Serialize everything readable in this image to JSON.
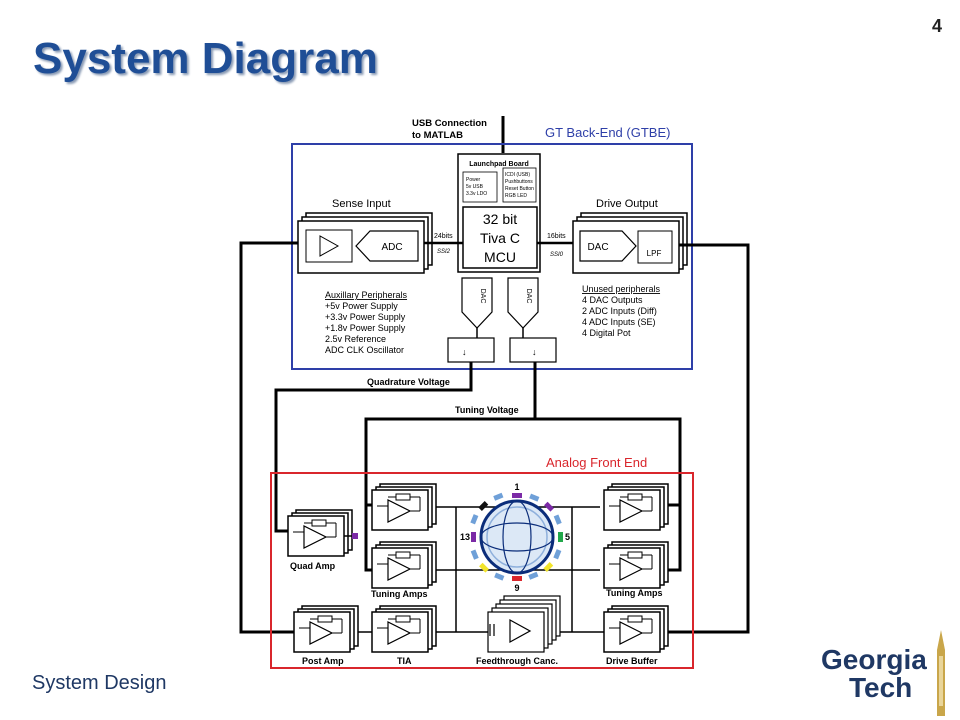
{
  "slide": {
    "title": "System Diagram",
    "page_number": "4",
    "footer": "System Design"
  },
  "logo": {
    "line1": "Georgia",
    "line2": "Tech"
  },
  "diagram": {
    "usb_label_1": "USB Connection",
    "usb_label_2": "to MATLAB",
    "gtbe_title": "GT Back-End (GTBE)",
    "afe_title": "Analog Front End",
    "launchpad": {
      "title": "Launchpad Board",
      "left_box": [
        "Power",
        "5v USB",
        "3.3v LDO"
      ],
      "right_box": [
        "ICDI (USB)",
        "Pushbuttons",
        "Reset Button",
        "RGB LED"
      ]
    },
    "mcu": [
      "32 bit",
      "Tiva C",
      "MCU"
    ],
    "sense_input": "Sense Input",
    "drive_output": "Drive Output",
    "adc": "ADC",
    "dac": "DAC",
    "lpf": "LPF",
    "bits_24": "24bits",
    "ssi2": "SSI2",
    "bits_16": "16bits",
    "ssi0": "SSI0",
    "dac_small": "DAC",
    "aux": {
      "title": "Auxillary Peripherals",
      "items": [
        "+5v Power Supply",
        "+3.3v Power Supply",
        "+1.8v Power Supply",
        "2.5v Reference",
        "ADC CLK Oscillator"
      ]
    },
    "unused": {
      "title": "Unused peripherals",
      "items": [
        "4 DAC Outputs",
        "2 ADC Inputs (Diff)",
        "4 ADC Inputs (SE)",
        "4 Digital Pot"
      ]
    },
    "quad_voltage": "Quadrature Voltage",
    "tuning_voltage": "Tuning Voltage",
    "quad_amp": "Quad Amp",
    "tuning_amps_left": "Tuning Amps",
    "tuning_amps_right": "Tuning Amps",
    "post_amp": "Post Amp",
    "tia": "TIA",
    "feedthrough": "Feedthrough Canc.",
    "drive_buffer": "Drive Buffer",
    "electrodes": {
      "top": "1",
      "right": "5",
      "bottom": "9",
      "left": "13"
    }
  },
  "colors": {
    "title": "#1f4e96",
    "gtbe_border": "#2e3fa8",
    "afe_border": "#d9262c",
    "gtbe_label": "#2e3fa8",
    "afe_label": "#d9262c",
    "footer": "#1f3864",
    "electrode_purple": "#7b2aa6",
    "electrode_blue": "#6fa0d8",
    "electrode_red": "#d9262c",
    "electrode_green": "#22a84a",
    "electrode_yellow": "#f2e42b"
  }
}
